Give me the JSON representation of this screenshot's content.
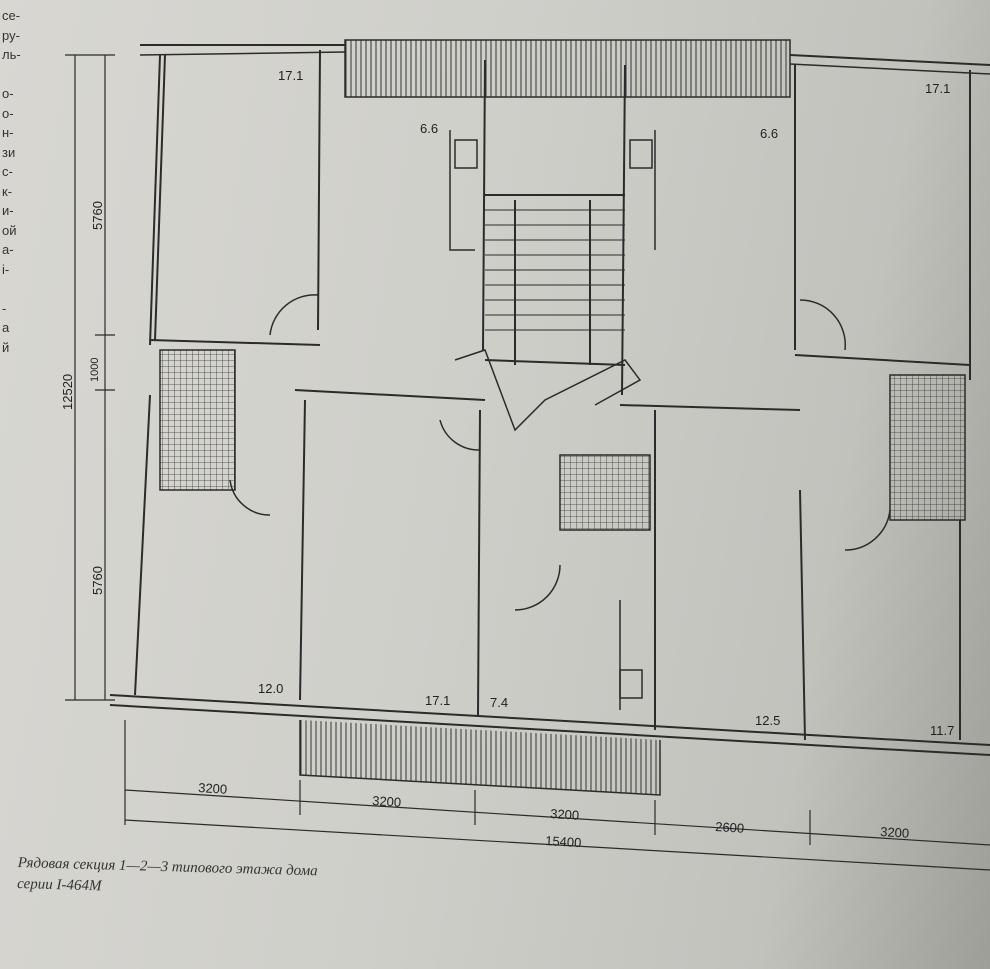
{
  "margin_text": [
    "се-",
    "ру-",
    "ль-",
    "",
    "о-",
    "о-",
    "н-",
    "зи",
    "с-",
    "к-",
    "и-",
    "ой",
    "а-",
    "і-",
    "",
    "-",
    "а",
    "й"
  ],
  "room_areas": {
    "top_left": "17.1",
    "kitchen_top_left": "6.6",
    "kitchen_top_right": "6.6",
    "top_right": "17.1",
    "bottom_left": "12.0",
    "bottom_center_left": "17.1",
    "kitchen_bottom": "7.4",
    "bottom_center_right": "12.5",
    "bottom_right": "11.7"
  },
  "dimensions": {
    "vertical_total": "12520",
    "vertical_top": "5760",
    "vertical_middle": "1000",
    "vertical_bottom": "5760",
    "horizontal_segments": [
      "3200",
      "3200",
      "3200",
      "2600",
      "3200"
    ],
    "horizontal_total": "15400"
  },
  "caption": {
    "line1": "Рядовая секция 1—2—3 типового этажа дома",
    "line2": "серии I-464М"
  }
}
